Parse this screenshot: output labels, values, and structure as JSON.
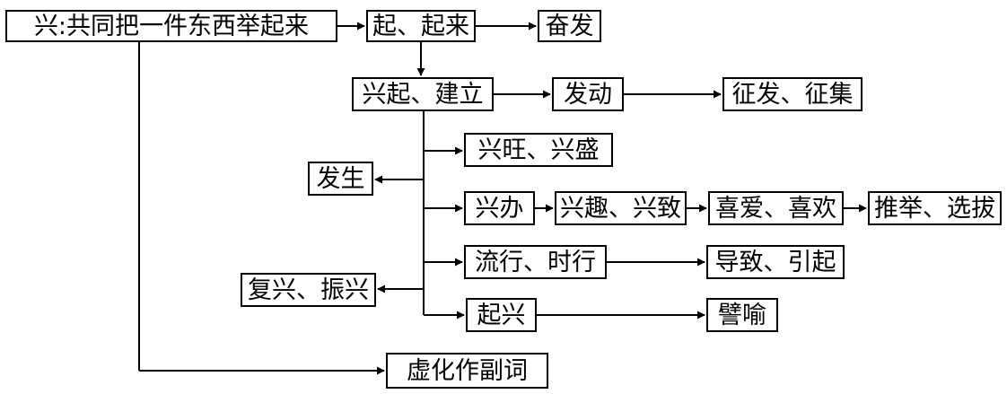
{
  "nodes": {
    "root": "兴:共同把一件东西举起来",
    "qi_qilai": "起、起来",
    "fenfa": "奋发",
    "xingqi_jianli": "兴起、建立",
    "fadong": "发动",
    "zhengfa_zhengji": "征发、征集",
    "xingwang_xingsheng": "兴旺、兴盛",
    "fasheng": "发生",
    "xingban": "兴办",
    "xingqu_xingzhi": "兴趣、兴致",
    "xiai_xihuan": "喜爱、喜欢",
    "tuiju_xuanba": "推举、选拔",
    "liuxing_shixing": "流行、时行",
    "daozhi_yinqi": "导致、引起",
    "fuxing_zhenxing": "复兴、振兴",
    "qixing": "起兴",
    "piyu": "譬喻",
    "xuhua": "虚化作副词"
  }
}
